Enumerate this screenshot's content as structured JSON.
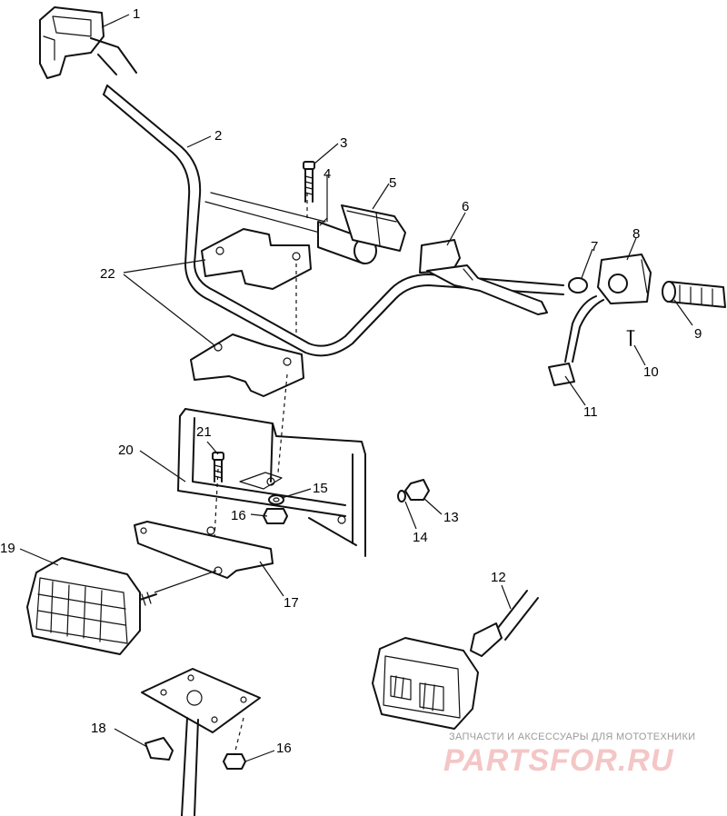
{
  "callouts": [
    {
      "id": "c1",
      "label": "1"
    },
    {
      "id": "c2",
      "label": "2"
    },
    {
      "id": "c3",
      "label": "3"
    },
    {
      "id": "c4",
      "label": "4"
    },
    {
      "id": "c5",
      "label": "5"
    },
    {
      "id": "c6",
      "label": "6"
    },
    {
      "id": "c7",
      "label": "7"
    },
    {
      "id": "c8",
      "label": "8"
    },
    {
      "id": "c9",
      "label": "9"
    },
    {
      "id": "c10",
      "label": "10"
    },
    {
      "id": "c11",
      "label": "11"
    },
    {
      "id": "c12",
      "label": "12"
    },
    {
      "id": "c13",
      "label": "13"
    },
    {
      "id": "c14",
      "label": "14"
    },
    {
      "id": "c15",
      "label": "15"
    },
    {
      "id": "c16a",
      "label": "16"
    },
    {
      "id": "c16b",
      "label": "16"
    },
    {
      "id": "c17",
      "label": "17"
    },
    {
      "id": "c18",
      "label": "18"
    },
    {
      "id": "c19",
      "label": "19"
    },
    {
      "id": "c20",
      "label": "20"
    },
    {
      "id": "c21",
      "label": "21"
    },
    {
      "id": "c22",
      "label": "22"
    }
  ],
  "watermark": {
    "tagline": "ЗАПЧАСТИ И АКСЕССУАРЫ ДЛЯ МОТОТЕХНИКИ",
    "brand": "PARTSFOR.RU"
  }
}
